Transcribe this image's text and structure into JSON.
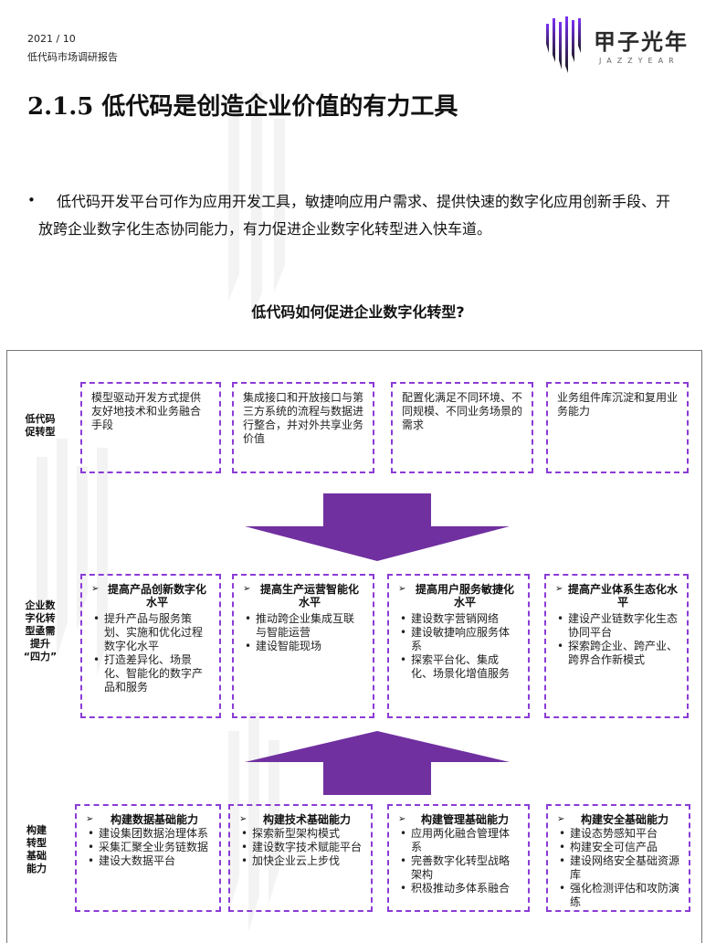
{
  "header": {
    "date": "2021 / 10",
    "subtitle": "低代码市场调研报告",
    "logo_cn": "甲子光年",
    "logo_en": "JAZZYEAR"
  },
  "page_title": "2.1.5 低代码是创造企业价值的有力工具",
  "bullet": {
    "dot": "•",
    "text": "低代码开发平台可作为应用开发工具，敏捷响应用户需求、提供快速的数字化应用创新手段、开放跨企业数字化生态协同能力，有力促进企业数字化转型进入快车道。"
  },
  "figure": {
    "title": "低代码如何促进企业数字化转型?",
    "accent_color": "#7030a0",
    "box_border_color": "#8b3bd6",
    "rows": [
      {
        "label": "低代码\n促转型",
        "boxes": [
          {
            "text": "模型驱动开发方式提供友好地技术和业务融合手段"
          },
          {
            "text": "集成接口和开放接口与第三方系统的流程与数据进行整合，并对外共享业务价值"
          },
          {
            "text": "配置化满足不同环境、不同规模、不同业务场景的需求"
          },
          {
            "text": "业务组件库沉淀和复用业务能力"
          }
        ]
      },
      {
        "label": "企业数\n字化转\n型亟需\n提升\n“四力”",
        "boxes": [
          {
            "title": "提高产品创新数字化水平",
            "items": [
              "提升产品与服务策划、实施和优化过程数字化水平",
              "打造差异化、场景化、智能化的数字产品和服务"
            ]
          },
          {
            "title": "提高生产运营智能化水平",
            "items": [
              "推动跨企业集成互联与智能运营",
              "建设智能现场"
            ]
          },
          {
            "title": "提高用户服务敏捷化水平",
            "items": [
              "建设数字营销网络",
              "建设敏捷响应服务体系",
              "探索平台化、集成化、场景化增值服务"
            ]
          },
          {
            "title": "提高产业体系生态化水平",
            "items": [
              "建设产业链数字化生态协同平台",
              "探索跨企业、跨产业、跨界合作新模式"
            ]
          }
        ]
      },
      {
        "label": "构建\n转型\n基础\n能力",
        "boxes": [
          {
            "title": "构建数据基础能力",
            "items": [
              "建设集团数据治理体系",
              "采集汇聚全业务链数据",
              "建设大数据平台"
            ]
          },
          {
            "title": "构建技术基础能力",
            "items": [
              "探索新型架构模式",
              "建设数字技术赋能平台",
              "加快企业云上步伐"
            ]
          },
          {
            "title": "构建管理基础能力",
            "items": [
              "应用两化融合管理体系",
              "完善数字化转型战略架构",
              "积极推动多体系融合"
            ]
          },
          {
            "title": "构建安全基础能力",
            "items": [
              "建设态势感知平台",
              "构建安全可信产品",
              "建设网络安全基础资源库",
              "强化检测评估和攻防演练"
            ]
          }
        ]
      }
    ]
  }
}
